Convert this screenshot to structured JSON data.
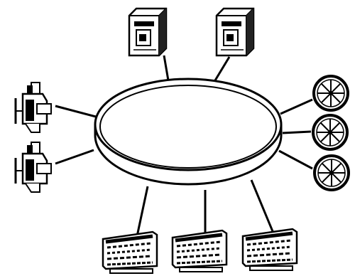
{
  "diagram": {
    "topology": "ring",
    "colors": {
      "ink": "#000000",
      "paper": "#ffffff",
      "shade": "#d9d9d9"
    },
    "nodes": [
      {
        "id": "server-1",
        "icon": "server-tower-icon"
      },
      {
        "id": "server-2",
        "icon": "server-tower-icon"
      },
      {
        "id": "printer-1",
        "icon": "printer-icon"
      },
      {
        "id": "printer-2",
        "icon": "printer-icon"
      },
      {
        "id": "wheel-1",
        "icon": "spoked-wheel-icon"
      },
      {
        "id": "wheel-2",
        "icon": "spoked-wheel-icon"
      },
      {
        "id": "wheel-3",
        "icon": "spoked-wheel-icon"
      },
      {
        "id": "keyboard-1",
        "icon": "keyboard-icon"
      },
      {
        "id": "keyboard-2",
        "icon": "keyboard-icon"
      },
      {
        "id": "keyboard-3",
        "icon": "keyboard-icon"
      }
    ]
  }
}
